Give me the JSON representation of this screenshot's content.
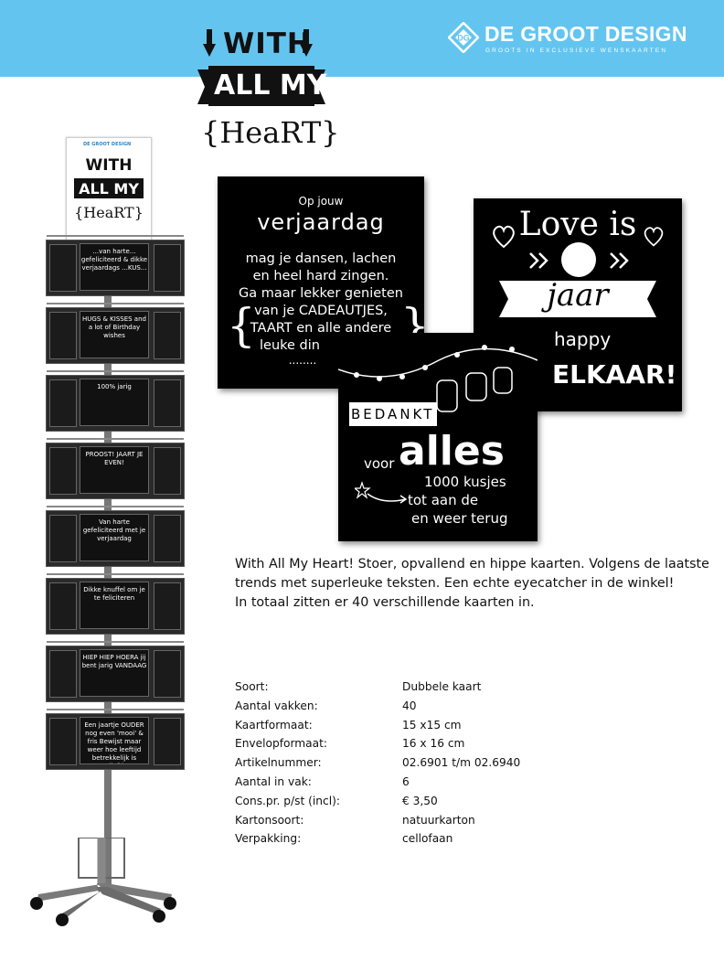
{
  "brand": {
    "name": "DE GROOT DESIGN",
    "tagline": "GROOTS IN EXCLUSIEVE WENSKAARTEN",
    "bar_color": "#63c5ef"
  },
  "logo": {
    "line1": "WITH",
    "line2": "ALL MY",
    "line3": "{HeaRT}"
  },
  "rack": {
    "header_brand": "DE GROOT DESIGN",
    "header_line1": "WITH",
    "header_line2": "ALL MY",
    "header_line3": "{HeaRT}",
    "tiers": [
      {
        "text": "...van harte... gefeliciteerd & dikke verjaardags ...KUS..."
      },
      {
        "text": "HUGS & KISSES and a lot of Birthday wishes"
      },
      {
        "text": "100% jarig"
      },
      {
        "text": "PROOST! JAART JE EVEN!"
      },
      {
        "text": "Van harte gefeliciteerd met je verjaardag"
      },
      {
        "text": "Dikke knuffel om je te feliciteren"
      },
      {
        "text": "HIEP HIEP HOERA jij bent jarig VANDAAG"
      },
      {
        "text": "Een jaartje OUDER nog even 'mooi' & fris Bewijst maar weer hoe leeftijd betrekkelijk is geliefde"
      }
    ]
  },
  "card1": {
    "l1": "Op jouw",
    "l2": "verjaardag",
    "l3": "mag je dansen, lachen",
    "l4": "en heel hard zingen.",
    "l5": "Ga maar lekker genieten",
    "l6": "van je CADEAUTJES,",
    "l7": "TAART en alle andere",
    "l8": "leuke din",
    "dots": "........"
  },
  "card2": {
    "l1": "Love is",
    "dots": "......",
    "l2": "jaar",
    "l3": "happy",
    "l4": "ELKAAR!"
  },
  "card3": {
    "banner": "BEDANKT",
    "voor": "voor",
    "alles": "alles",
    "l1": "1000 kusjes",
    "l2": "tot aan de",
    "l3": "en weer terug"
  },
  "description": {
    "p1": "With All My Heart! Stoer, opvallend en hippe kaarten. Volgens de laatste trends met superleuke teksten. Een echte eyecatcher in de winkel!",
    "p2": "In totaal zitten er 40 verschillende kaarten in."
  },
  "specs": [
    {
      "label": "Soort:",
      "value": "Dubbele kaart"
    },
    {
      "label": "Aantal vakken:",
      "value": "40"
    },
    {
      "label": "Kaartformaat:",
      "value": "15 x15 cm"
    },
    {
      "label": "Envelopformaat:",
      "value": "16 x 16 cm"
    },
    {
      "label": "Artikelnummer:",
      "value": "02.6901 t/m 02.6940"
    },
    {
      "label": "Aantal in vak:",
      "value": "6"
    },
    {
      "label": "Cons.pr. p/st (incl):",
      "value": "€ 3,50"
    },
    {
      "label": "Kartonsoort:",
      "value": "natuurkarton"
    },
    {
      "label": "Verpakking:",
      "value": "cellofaan"
    }
  ]
}
